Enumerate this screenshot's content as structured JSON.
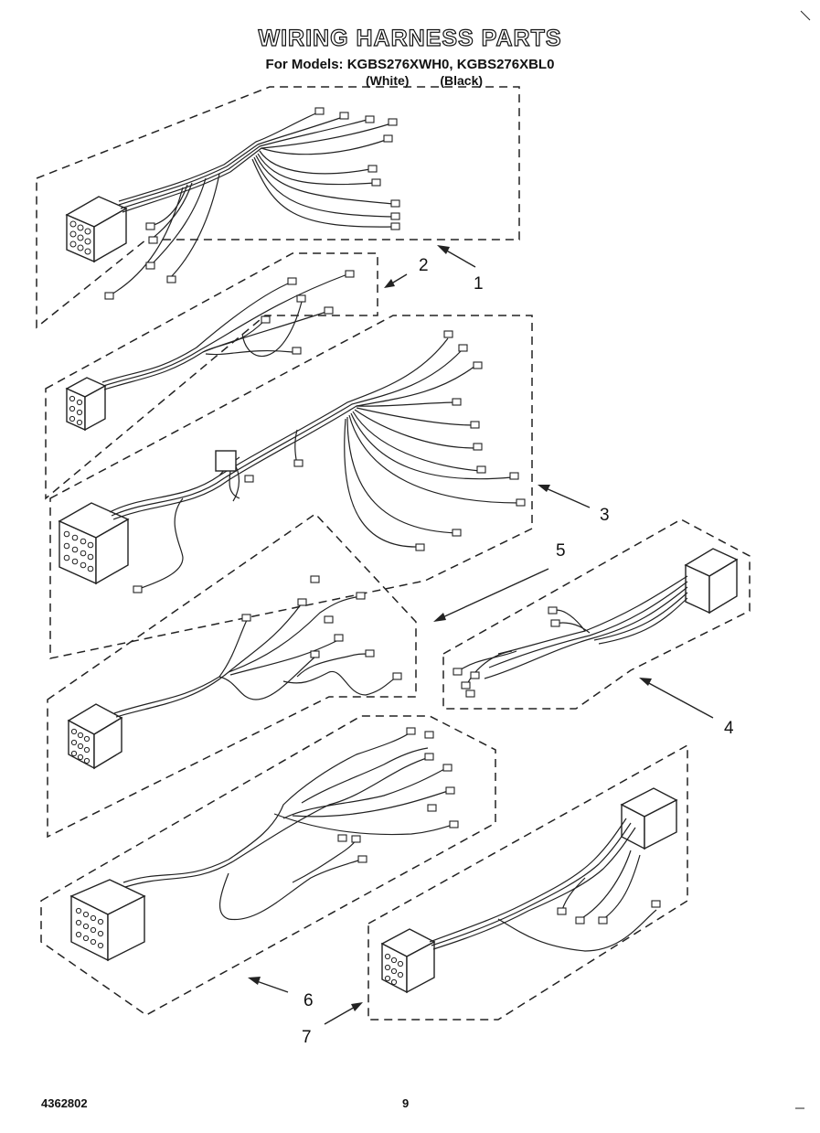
{
  "header": {
    "title": "WIRING HARNESS PARTS",
    "models_line": "For Models: KGBS276XWH0, KGBS276XBL0",
    "color_white": "(White)",
    "color_black": "(Black)"
  },
  "callouts": [
    "1",
    "2",
    "3",
    "4",
    "5",
    "6",
    "7"
  ],
  "footer": {
    "doc_number": "4362802",
    "page_number": "9"
  }
}
